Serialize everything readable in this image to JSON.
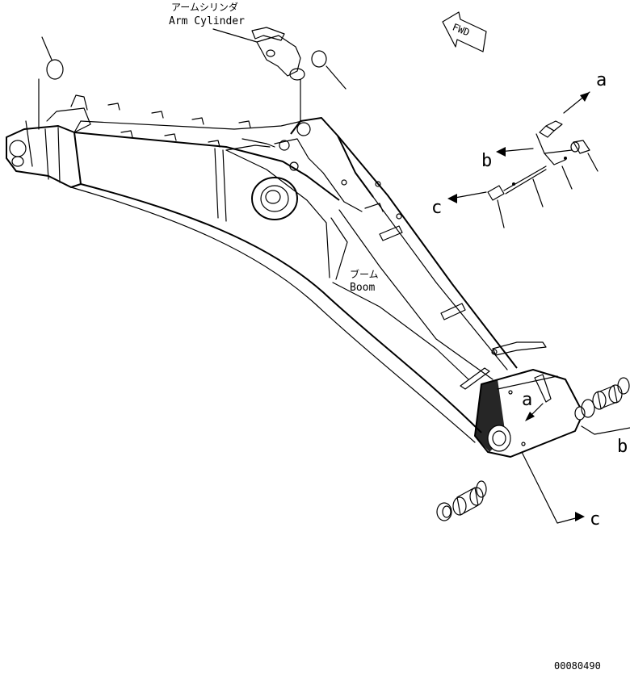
{
  "labels": {
    "arm_cylinder_jp": "アームシリンダ",
    "arm_cylinder_en": "Arm Cylinder",
    "boom_jp": "ブーム",
    "boom_en": "Boom",
    "fwd": "FWD",
    "drawing_number": "00080490"
  },
  "callouts": {
    "a_top": "a",
    "b_top": "b",
    "c_top": "c",
    "a_bottom": "a",
    "b_bottom": "b",
    "c_bottom": "c"
  }
}
